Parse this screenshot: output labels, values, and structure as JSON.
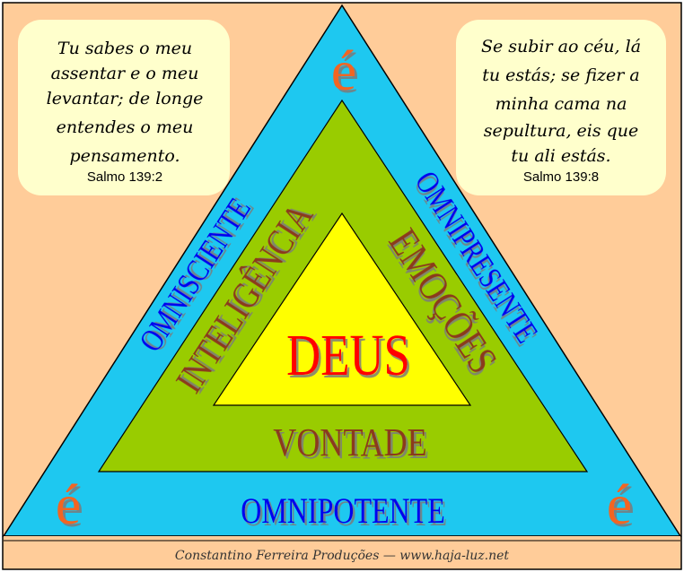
{
  "colors": {
    "background": "#FFCC99",
    "frame": "#000000",
    "outer_triangle": "#1EC8F0",
    "middle_triangle": "#99CC00",
    "inner_triangle": "#FFFF00",
    "callout_box": "#FFFFCC",
    "blue_text": "#0000EE",
    "brown_text": "#8B3A1A",
    "red_text": "#FF0000",
    "orange_text": "#F26522"
  },
  "verse_left": {
    "lines": [
      "Tu sabes o meu",
      "assentar e o meu",
      "levantar; de longe",
      "entendes o meu",
      "pensamento."
    ],
    "reference": "Salmo 139:2"
  },
  "verse_right": {
    "lines": [
      "Se subir ao céu, lá",
      "tu estás; se fizer a",
      "minha cama na",
      "sepultura, eis que",
      "tu ali estás."
    ],
    "reference": "Salmo 139:8"
  },
  "outer_labels": {
    "left": "OMNISCIENTE",
    "right": "OMNIPRESENTE",
    "bottom": "OMNIPOTENTE"
  },
  "middle_labels": {
    "left": "INTELIGÊNCIA",
    "right": "EMOÇÕES",
    "bottom": "VONTADE"
  },
  "center_label": "DEUS",
  "corner_label": "é",
  "footer": "Constantino Ferreira Produções  —  www.haja-luz.net"
}
